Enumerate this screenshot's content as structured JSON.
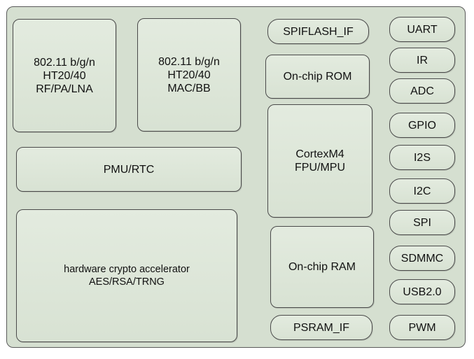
{
  "blocks": {
    "rf": "802.11 b/g/n\nHT20/40\nRF/PA/LNA",
    "mac": "802.11 b/g/n\nHT20/40\nMAC/BB",
    "pmu": "PMU/RTC",
    "crypto": "hardware crypto accelerator\nAES/RSA/TRNG",
    "spiflash": "SPIFLASH_IF",
    "rom": "On-chip ROM",
    "cpu": "CortexM4\nFPU/MPU",
    "ram": "On-chip RAM",
    "psram": "PSRAM_IF"
  },
  "peripherals": [
    "UART",
    "IR",
    "ADC",
    "GPIO",
    "I2S",
    "I2C",
    "SPI",
    "SDMMC",
    "USB2.0",
    "PWM"
  ]
}
